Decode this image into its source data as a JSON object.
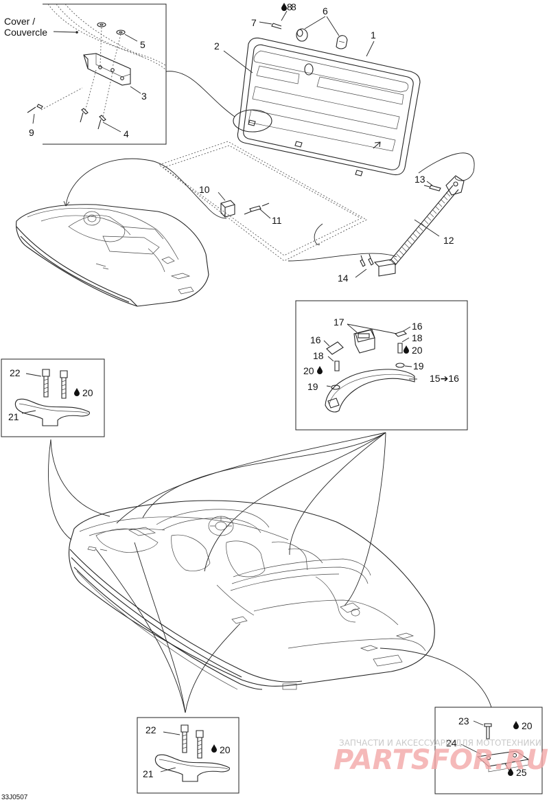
{
  "cover_label": "Cover /\nCouvercle",
  "callouts": {
    "c1": "1",
    "c2": "2",
    "c3": "3",
    "c4": "4",
    "c5": "5",
    "c6": "6",
    "c7": "7",
    "c8": "8",
    "c9": "9",
    "c10": "10",
    "c11": "11",
    "c12": "12",
    "c13": "13",
    "c14": "14",
    "c15": "15",
    "c15_arrow": "➔",
    "c15_target": "16",
    "c16a": "16",
    "c16b": "16",
    "c17": "17",
    "c18a": "18",
    "c18b": "18",
    "c19a": "19",
    "c19b": "19",
    "c20a": "20",
    "c20b": "20",
    "c20c": "20",
    "c20d": "20",
    "c20e": "20",
    "c21a": "21",
    "c21b": "21",
    "c22a": "22",
    "c22b": "22",
    "c23": "23",
    "c24": "24",
    "c25": "25"
  },
  "drop_icon": "sealant-drop-icon",
  "figure_code": "33J0507",
  "watermark": {
    "tagline": "ЗАПЧАСТИ И АКСЕССУАРЫ ДЛЯ МОТОТЕХНИКИ",
    "brand": "PARTSFOR.RU"
  }
}
